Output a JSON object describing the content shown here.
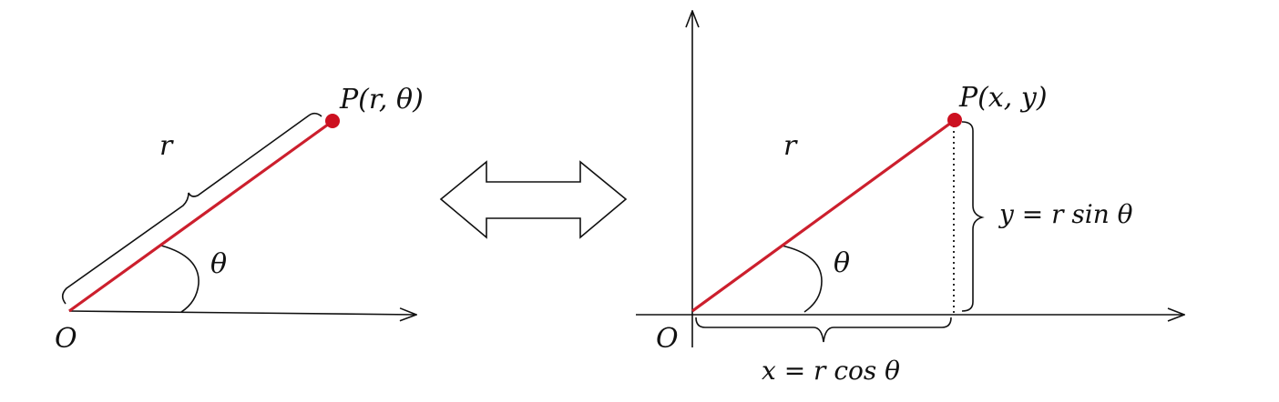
{
  "colors": {
    "radius": "#cc1f2d",
    "point": "#cc1020",
    "ink": "#111111",
    "arrow_fill": "#ffffff"
  },
  "icons": {
    "conversion": "double-arrow-icon"
  },
  "polar": {
    "origin_label": "O",
    "point_label": "P(r, θ)",
    "radius_label": "r",
    "angle_label": "θ"
  },
  "cartesian": {
    "origin_label": "O",
    "point_label": "P(x, y)",
    "radius_label": "r",
    "angle_label": "θ",
    "y_label": "y = r sin θ",
    "x_label": "x = r cos θ"
  }
}
